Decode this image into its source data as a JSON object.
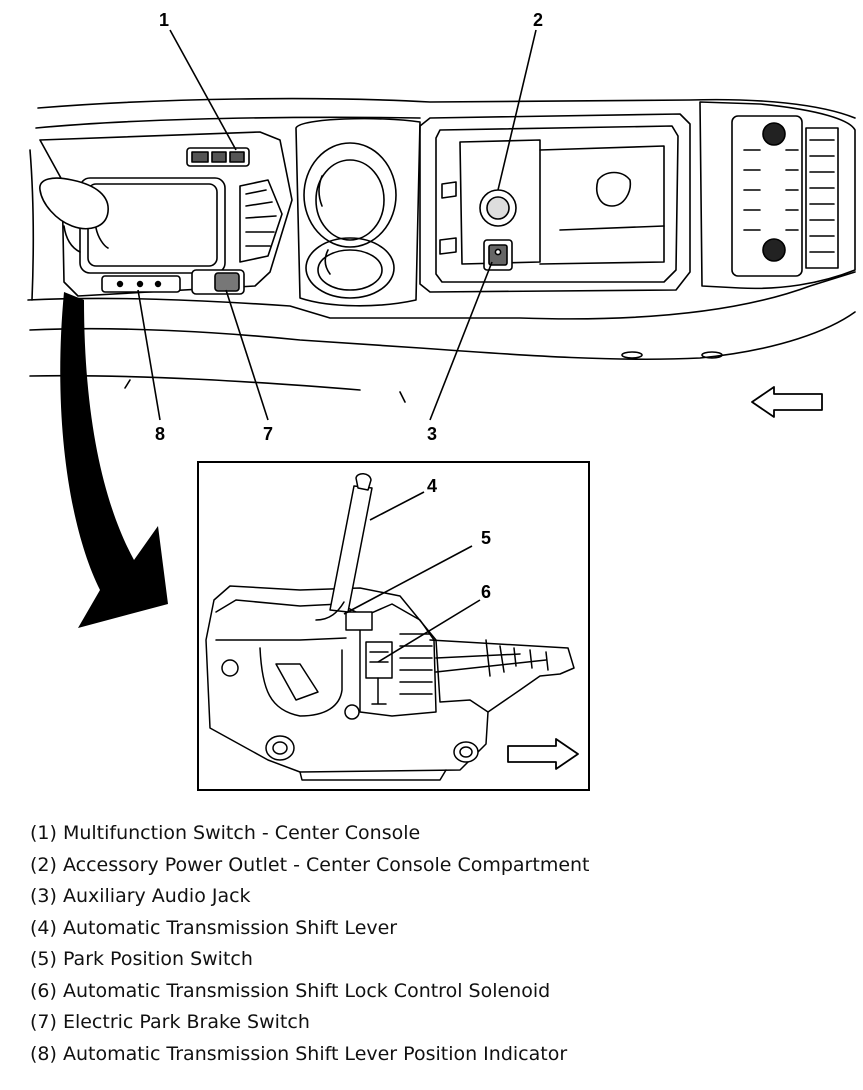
{
  "callouts": [
    "1",
    "2",
    "3",
    "4",
    "5",
    "6",
    "7",
    "8"
  ],
  "legend": [
    "(1) Multifunction Switch - Center Console",
    "(2) Accessory Power Outlet - Center Console Compartment",
    "(3) Auxiliary Audio Jack",
    "(4) Automatic Transmission Shift Lever",
    "(5) Park Position Switch",
    "(6) Automatic Transmission Shift Lock Control Solenoid",
    "(7) Electric Park Brake Switch",
    "(8) Automatic Transmission Shift Lever Position Indicator"
  ],
  "colors": {
    "line": "#000000",
    "background": "#ffffff",
    "shade": "#f2f2f2"
  },
  "icons": [
    "forward-arrow-icon",
    "curved-pointer-arrow-icon"
  ]
}
